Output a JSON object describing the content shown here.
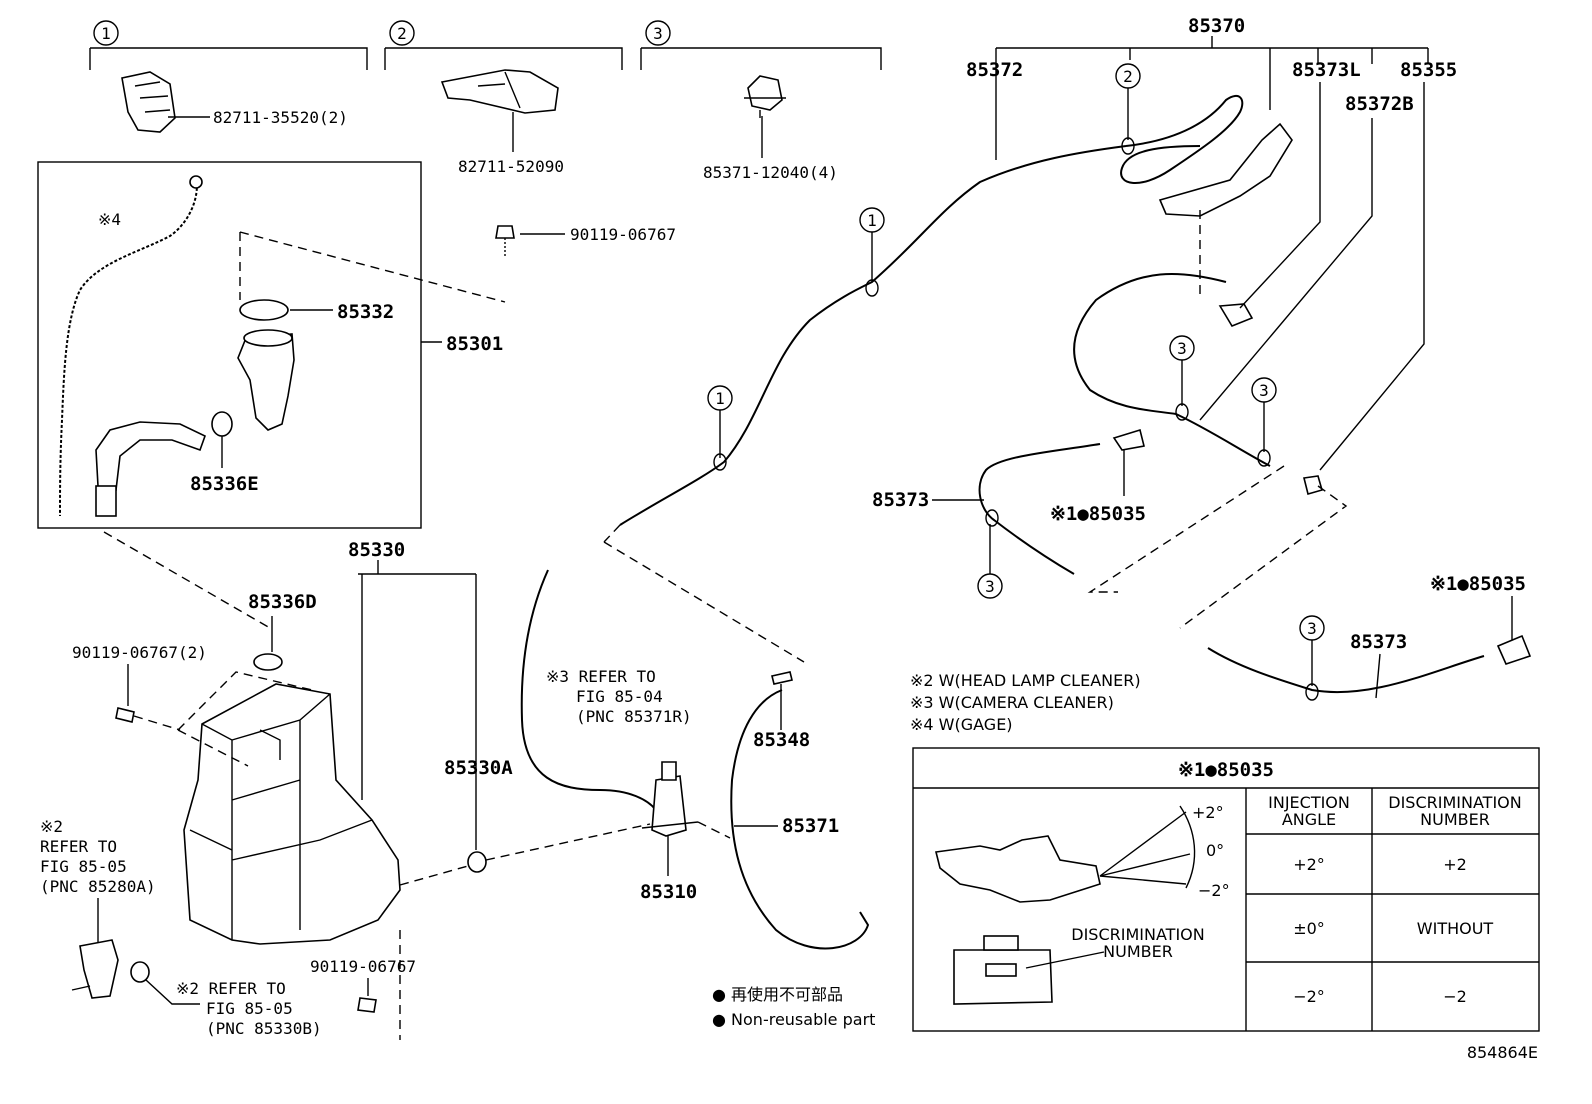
{
  "labels": {
    "p82711_35520": "82711-35520(2)",
    "p82711_52090": "82711-52090",
    "p85371_12040": "85371-12040(4)",
    "p90119_06767_top": "90119-06767",
    "p85332": "85332",
    "p85301": "85301",
    "p85336E": "85336E",
    "p85330": "85330",
    "p85336D": "85336D",
    "p90119_06767_2": "90119-06767(2)",
    "p85330A": "85330A",
    "p90119_06767_bot": "90119-06767",
    "p85310": "85310",
    "p85348": "85348",
    "p85371": "85371",
    "p85370": "85370",
    "p85372": "85372",
    "p85373L": "85373L",
    "p85355": "85355",
    "p85372B": "85372B",
    "p85373_left": "85373",
    "p85373_right": "85373",
    "p85035_mid": "※1●85035",
    "p85035_right": "※1●85035",
    "gage": "※4",
    "diagram_id": "854864E"
  },
  "circles": {
    "c1": "1",
    "c2": "2",
    "c3": "3"
  },
  "refs": {
    "ref_85371R": [
      "※3 REFER TO",
      "FIG 85-04",
      "(PNC 85371R)"
    ],
    "ref_85280A": [
      "※2",
      "REFER TO",
      "FIG 85-05",
      "(PNC 85280A)"
    ],
    "ref_85330B": [
      "※2 REFER TO",
      "FIG 85-05",
      "(PNC 85330B)"
    ]
  },
  "notes": {
    "n2": "※2 W(HEAD LAMP CLEANER)",
    "n3": "※3 W(CAMERA CLEANER)",
    "n4": "※4 W(GAGE)"
  },
  "legend": {
    "jp": "● 再使用不可部品",
    "en": "● Non-reusable part"
  },
  "table": {
    "title": "※1●85035",
    "headers": [
      [
        "INJECTION",
        "ANGLE"
      ],
      [
        "DISCRIMINATION",
        "NUMBER"
      ]
    ],
    "rows": [
      {
        "angle": "+2°",
        "number": "+2"
      },
      {
        "angle": "±0°",
        "number": "WITHOUT"
      },
      {
        "angle": "−2°",
        "number": "−2"
      }
    ],
    "angle_marks": {
      "plus": "+2°",
      "zero": "0°",
      "minus": "−2°"
    },
    "disc_label": [
      "DISCRIMINATION",
      "NUMBER"
    ]
  }
}
